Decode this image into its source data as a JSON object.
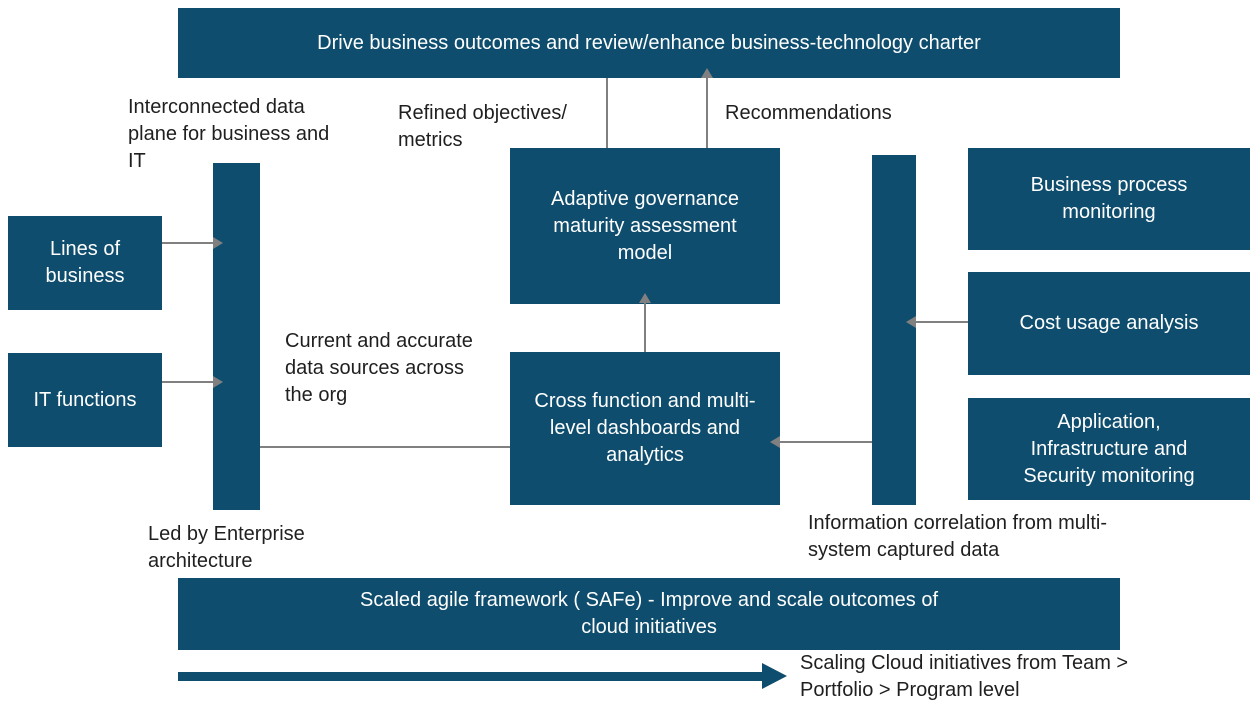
{
  "colors": {
    "box_fill": "#0E4D6D",
    "arrow_gray": "#808080",
    "box_text": "#FFFFFF",
    "label_text": "#1F1F1F",
    "background": "#FFFFFF"
  },
  "top_banner": {
    "label": "Drive business outcomes and review/enhance business-technology charter"
  },
  "left_column": {
    "interconnected_label": "Interconnected data plane for  business and IT",
    "lines_of_business_box": "Lines of business",
    "it_functions_box": "IT functions",
    "led_by_label": "Led by Enterprise architecture"
  },
  "center": {
    "refined_label": "Refined objectives/ metrics",
    "recommendations_label": "Recommendations",
    "adaptive_box": "Adaptive governance maturity assessment model",
    "dashboards_box": "Cross function and multi-level dashboards and analytics",
    "current_data_label": "Current and accurate data sources across the org"
  },
  "right_column": {
    "business_process_box": "Business process monitoring",
    "cost_usage_box": "Cost usage analysis",
    "app_infra_box": "Application, Infrastructure and Security monitoring",
    "info_correlation_label": "Information correlation from multi-system captured data"
  },
  "bottom": {
    "safe_banner_line1": "Scaled agile framework ( SAFe) -  Improve and scale outcomes of",
    "safe_banner_line2": "cloud initiatives",
    "scaling_label": "Scaling Cloud initiatives from Team > Portfolio > Program level"
  }
}
